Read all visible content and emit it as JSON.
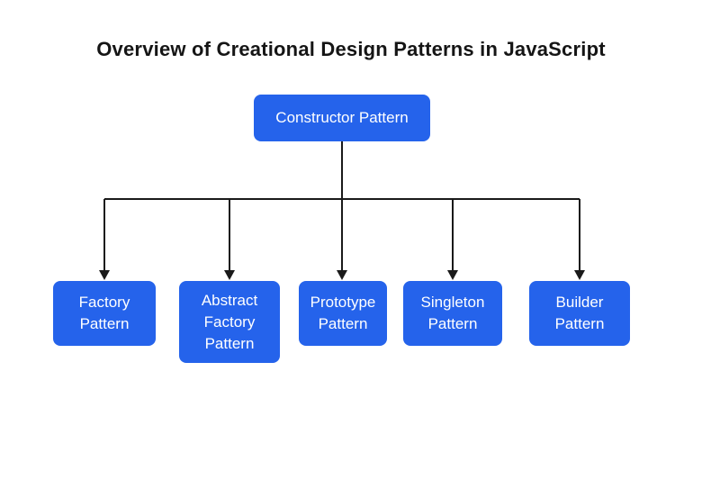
{
  "title": "Overview of Creational Design Patterns in JavaScript",
  "colors": {
    "background": "#ffffff",
    "title_text": "#151515",
    "node_fill": "#2563eb",
    "node_text": "#ffffff",
    "connector": "#1a1a1a"
  },
  "diagram": {
    "type": "tree",
    "root": {
      "label": "Constructor Pattern"
    },
    "children": [
      {
        "label": "Factory Pattern"
      },
      {
        "label": "Abstract Factory Pattern"
      },
      {
        "label": "Prototype Pattern"
      },
      {
        "label": "Singleton Pattern"
      },
      {
        "label": "Builder Pattern"
      }
    ]
  }
}
